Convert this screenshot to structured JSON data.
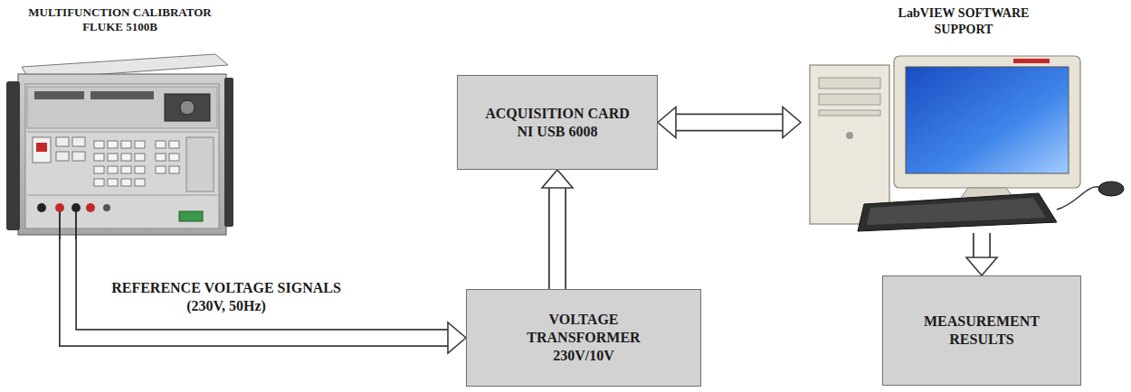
{
  "diagram": {
    "nodes": [
      {
        "text": [
          "MULTIFUNCTION CALIBRATOR FLUKE 5100B"
        ]
      },
      {
        "text": [
          "ACQUISITION CARD NI USB 6008"
        ]
      },
      {
        "text": [
          "LabVIEW SOFTWARE SUPPORT"
        ]
      },
      {
        "text": [
          "VOLTAGE TRANSFORMER 230V/10V"
        ]
      },
      {
        "text": [
          "MEASUREMENT RESULTS"
        ]
      }
    ],
    "edges": [
      {
        "from": 0,
        "to": 3,
        "arrow": "to",
        "label": "REFERENCE VOLTAGE SIGNALS (230V, 50Hz)"
      },
      {
        "from": 3,
        "to": 1,
        "arrow": "to"
      },
      {
        "from": 1,
        "to": 2,
        "arrow": "both"
      },
      {
        "from": 2,
        "to": 4,
        "arrow": "to"
      }
    ]
  }
}
